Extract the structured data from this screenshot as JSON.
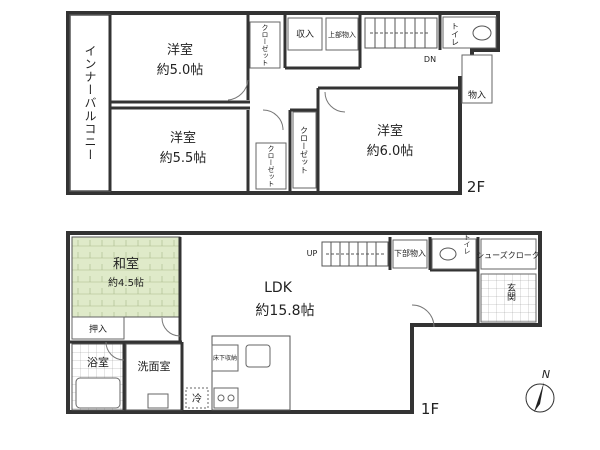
{
  "floor2": {
    "label": "2F",
    "balcony": "インナーバルコニー",
    "room1": {
      "name": "洋室",
      "size": "約5.0帖"
    },
    "room2": {
      "name": "洋室",
      "size": "約5.5帖"
    },
    "room3": {
      "name": "洋室",
      "size": "約6.0帖"
    },
    "closet_a": "クローゼット",
    "closet_b": "クローゼット",
    "closet_c": "クローゼット",
    "storage1": "収入",
    "storage2": "上部物入",
    "toilet": "トイレ",
    "storage3": "物入",
    "stairs_dn": "DN"
  },
  "floor1": {
    "label": "1F",
    "washitsu": {
      "name": "和室",
      "size": "約4.5帖"
    },
    "oshiire": "押入",
    "ldk": {
      "name": "LDK",
      "size": "約15.8帖"
    },
    "underfloor": "床下収納",
    "stairs_up": "UP",
    "lower_storage": "下部物入",
    "toilet": "トイレ",
    "shoe_closet": "シューズクローク",
    "genkan": "玄関",
    "bath": "浴室",
    "washroom": "洗面室",
    "fridge": "冷"
  },
  "compass": "N"
}
